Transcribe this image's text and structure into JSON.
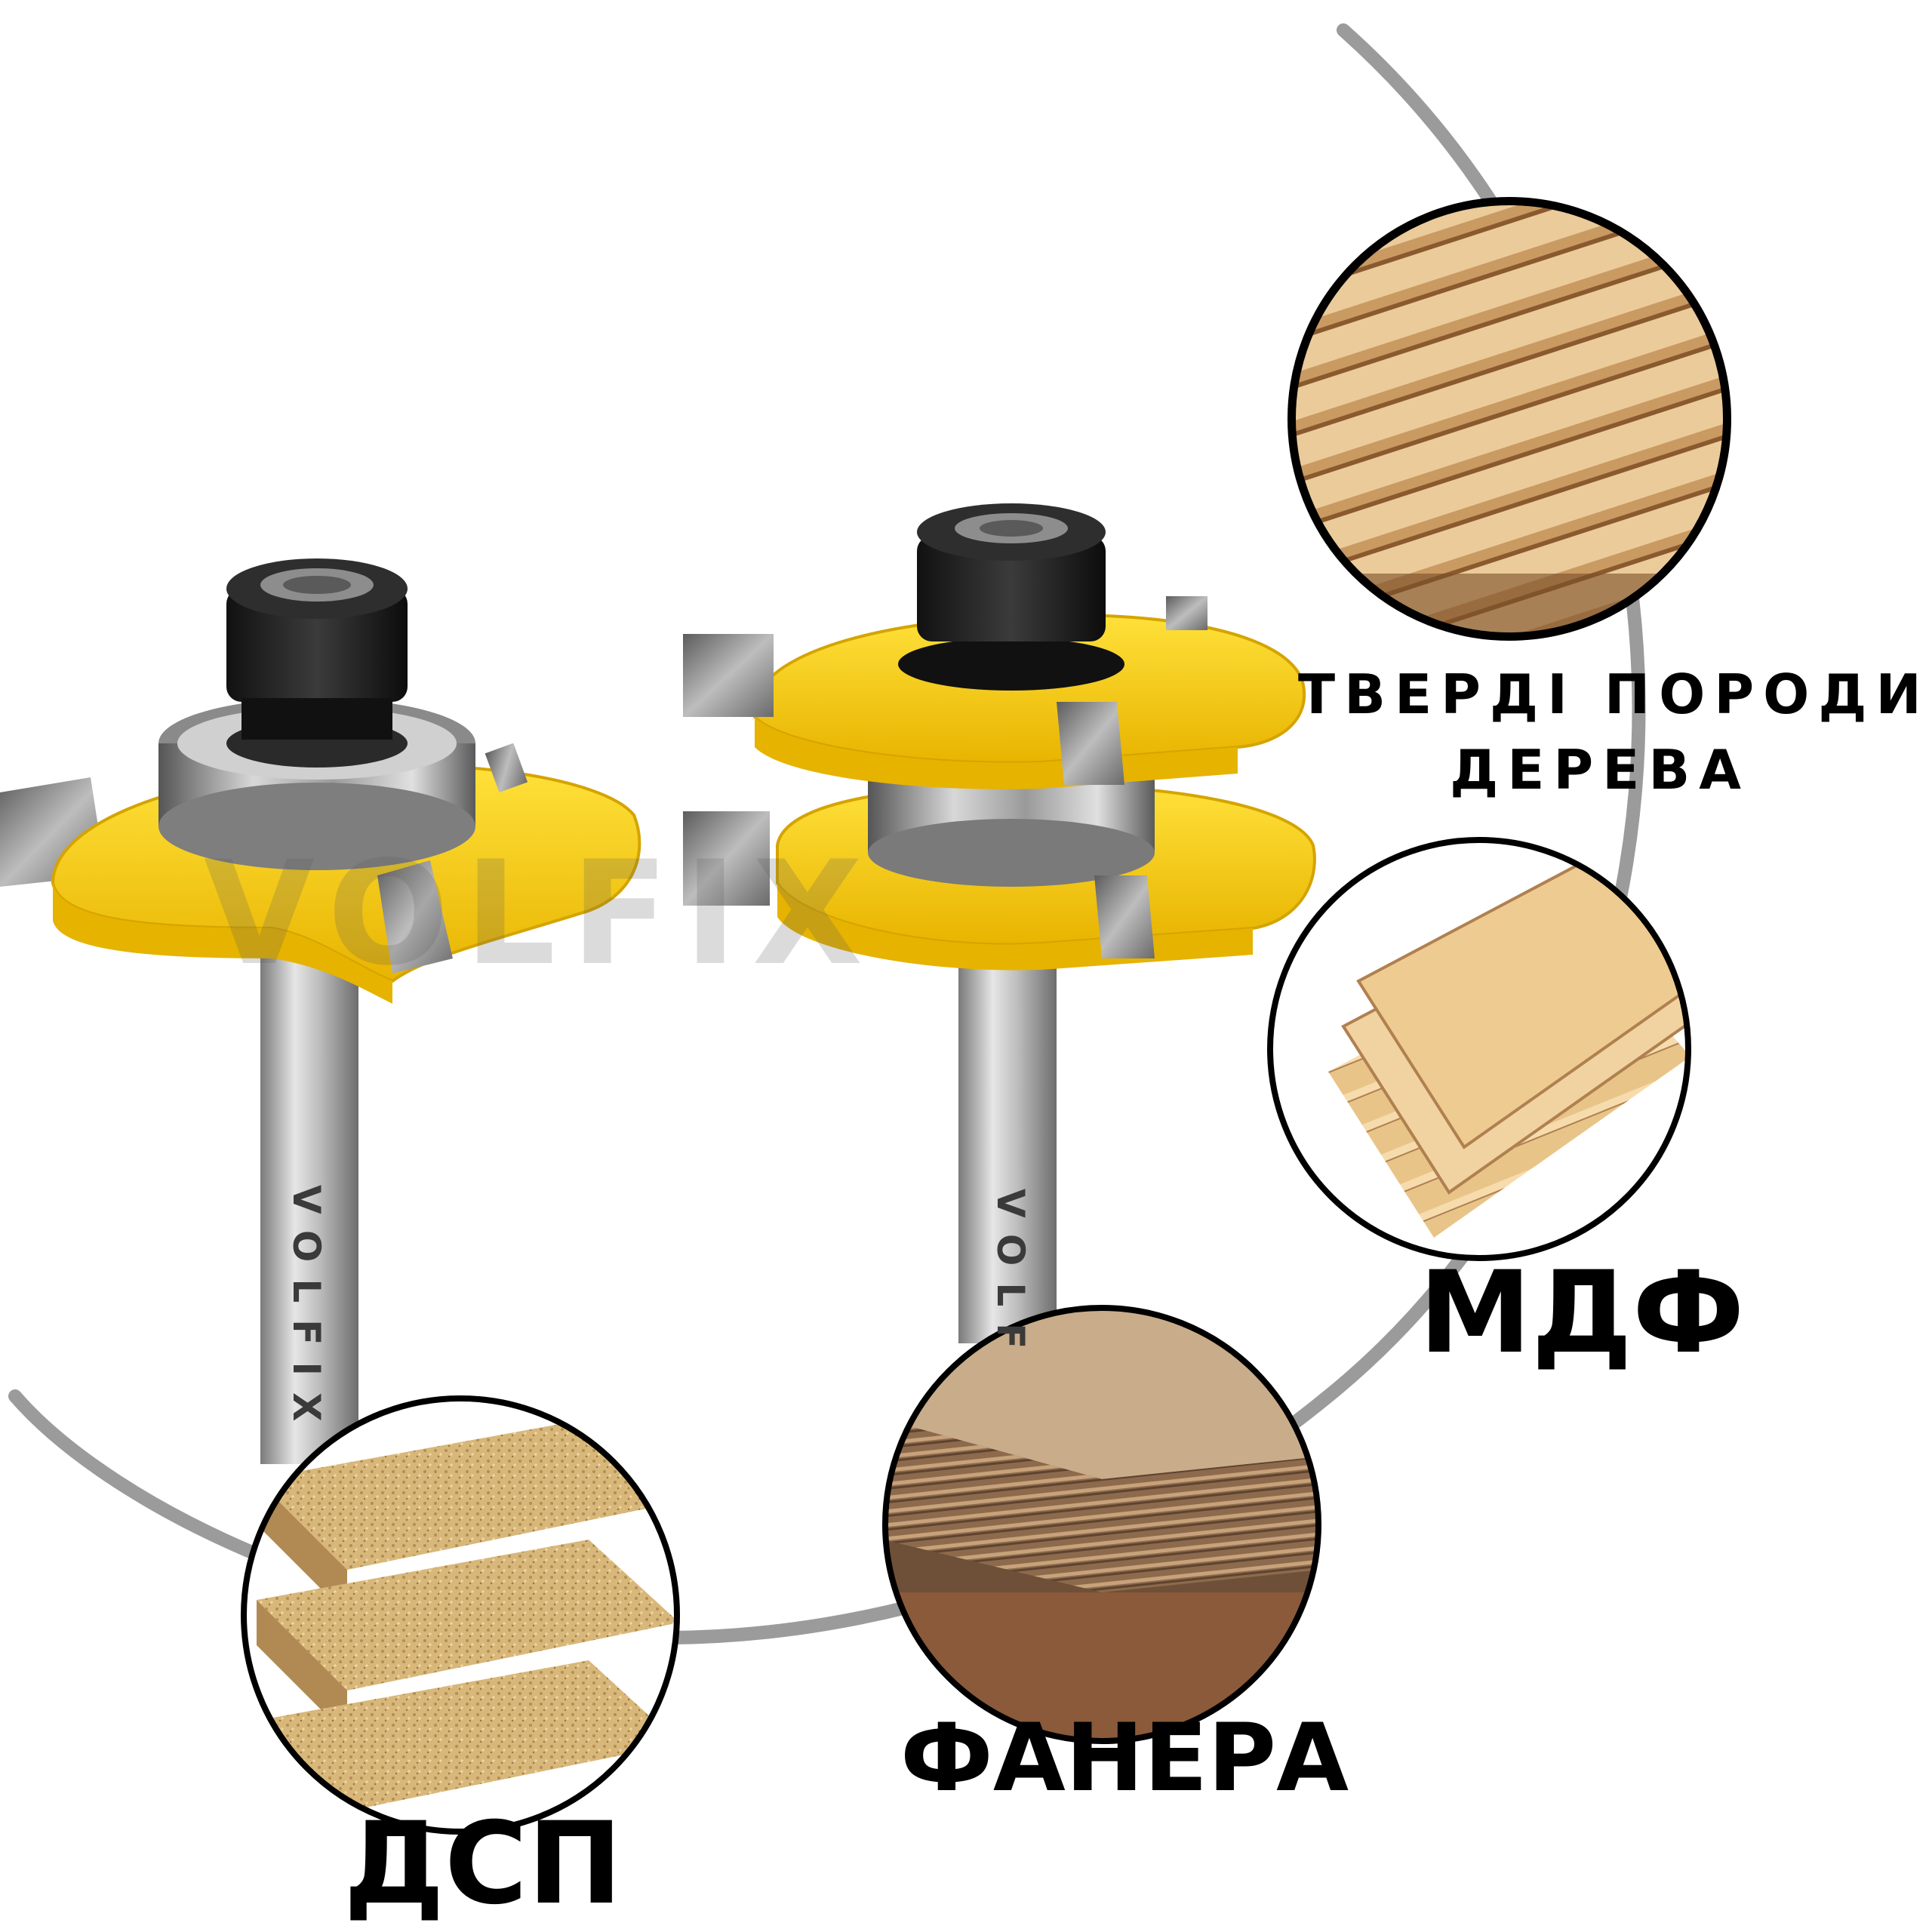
{
  "brand": {
    "watermark": "VOLFIX",
    "shank_text": "VOLFIX",
    "shank_text_partial": "VOLF"
  },
  "materials": [
    {
      "id": "hardwood",
      "label_line1": "ТВЕРДІ ПОРОДИ",
      "label_line2": "ДЕРЕВА"
    },
    {
      "id": "mdf",
      "label": "МДФ"
    },
    {
      "id": "plywood",
      "label": "ФАНЕРА"
    },
    {
      "id": "chipboard",
      "label": "ДСП"
    }
  ],
  "colors": {
    "cutter_body": "#F5D21A",
    "cutter_shadow": "#D9A800",
    "steel": "#9a9a9a",
    "nut": "#1e1e1e",
    "ring": "#a6a6a6",
    "wood_light": "#E8C48A",
    "wood_dark": "#A2703E"
  }
}
